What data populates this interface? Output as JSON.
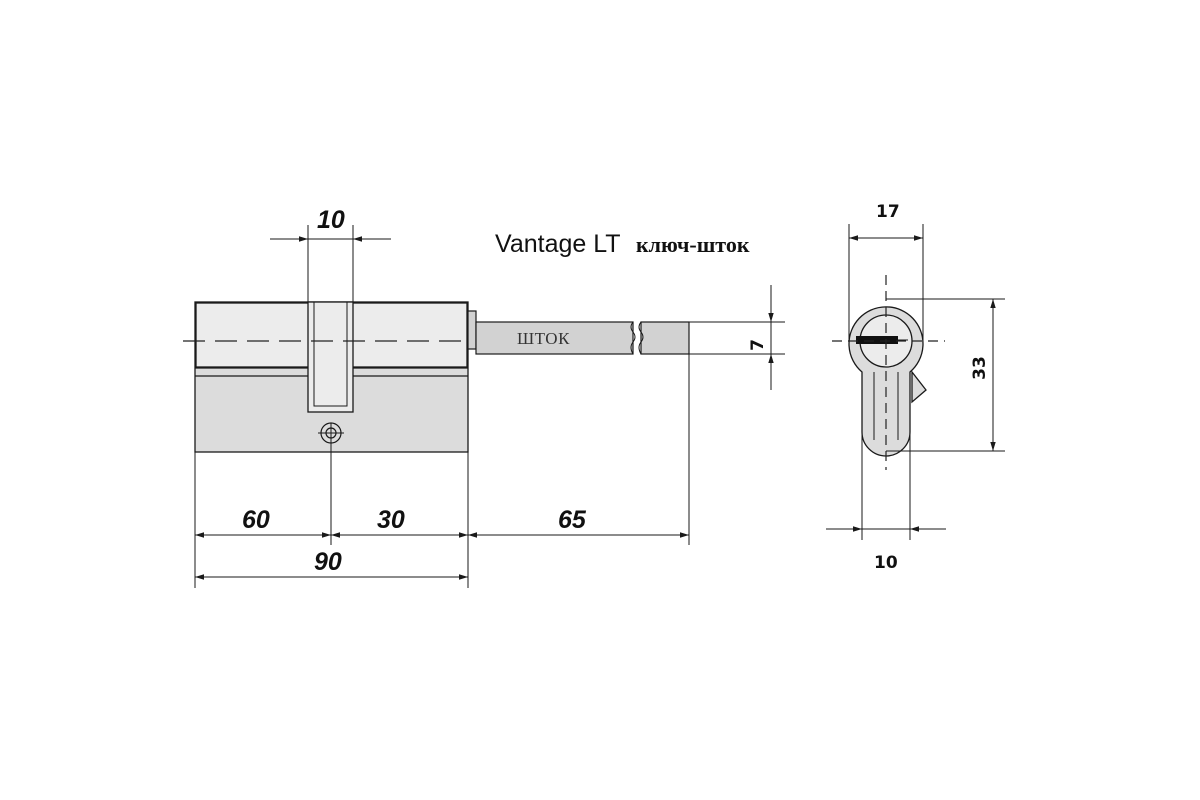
{
  "title": {
    "brand": "Vantage LT",
    "type": "ключ-шток"
  },
  "rod_label": "ШТОК",
  "front_view": {
    "dimensions": {
      "slot_width": "10",
      "left_section": "60",
      "right_section": "30",
      "rod_length": "65",
      "total_body": "90",
      "rod_thickness": "7"
    }
  },
  "side_view": {
    "dimensions": {
      "width": "17",
      "height": "33",
      "bottom_width": "10"
    }
  }
}
